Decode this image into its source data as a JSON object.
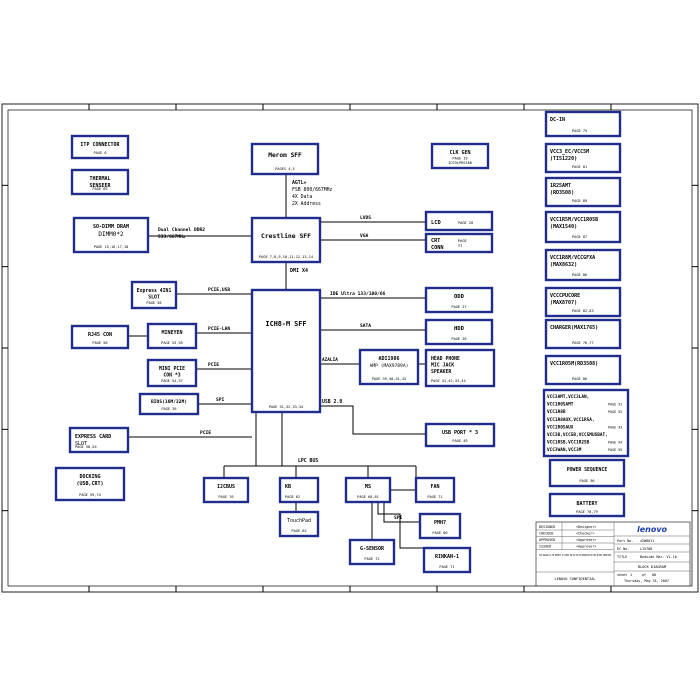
{
  "colors": {
    "box_border": "#1f2e8c",
    "wire": "#000000",
    "logo": "#1c3ea8"
  },
  "blocks": {
    "itp": {
      "title": "ITP CONNECTOR",
      "page": "PAGE 6"
    },
    "thermal": {
      "title": [
        "THERMAL",
        "SENSEER"
      ],
      "page": "PAGE 69"
    },
    "merom": {
      "title": "Merom SFF",
      "page": "PAGES 4,5"
    },
    "clk": {
      "title": "CLK GEN",
      "page": [
        "PAGE 19",
        "ICS9LPRS366"
      ]
    },
    "sodimm": {
      "title": "SO-DIMM DRAM",
      "sub": "DIMM0*2",
      "page": "PAGE 15,16,17,18"
    },
    "crestline": {
      "title": "Crestline SFF",
      "page": "PAGE 7,8,9,10,11,12,13,14"
    },
    "lcd": {
      "title": "LCD",
      "page": "PAGE 20"
    },
    "crt": {
      "title": [
        "CRT",
        "CONN"
      ],
      "page": [
        "PAGE",
        "21"
      ]
    },
    "express": {
      "title": [
        "Express 4IN1",
        "SLOT"
      ],
      "page": "PAGE 58"
    },
    "ich8": {
      "title": "ICH8-M SFF",
      "page": "PAGE 31,32,33,34"
    },
    "odd": {
      "title": "ODD",
      "page": "PAGE 27"
    },
    "hdd": {
      "title": "HDD",
      "page": "PAGE 26"
    },
    "rj45": {
      "title": "RJ45 CON",
      "page": "PAGE 56"
    },
    "mineyen": {
      "title": "MINEYEN",
      "page": "PAGE 53,55"
    },
    "minipcie": {
      "title": [
        "MINI PCIE",
        "CON *3"
      ],
      "page": "PAGE 54,57"
    },
    "adi": {
      "title": "ADI1986",
      "sub": "AMP (MAX9789A)",
      "page": "PAGE 39,40,41,42"
    },
    "headphone": {
      "title": [
        "HEAD PHONE",
        "MIC JACK",
        "SPEAKER"
      ],
      "page": "PAGE 41,42,43,44"
    },
    "bios": {
      "title": "BIOS(16M/32M)",
      "page": "PAGE 36"
    },
    "expresscard": {
      "title": "EXPRESS CARD",
      "sub": "SLOT",
      "page": "PAGE 58,54"
    },
    "usbport": {
      "title": "USB PORT * 3",
      "page": "PAGE 49"
    },
    "docking": {
      "title": [
        "DOCKING",
        "(USB,CRT)"
      ],
      "page": "PAGE 59,74"
    },
    "i2cbus": {
      "title": "I2CBUS",
      "page": "PAGE 76"
    },
    "kb": {
      "title": "KB",
      "page": "PAGE 62"
    },
    "ms": {
      "title": "MS",
      "page": "PAGE 60,61"
    },
    "fan": {
      "title": "FAN",
      "page": "PAGE 71"
    },
    "touchpad": {
      "title": "TouchPad",
      "page": "PAGE 62"
    },
    "pmh7": {
      "title": "PMH7",
      "page": "PAGE 60"
    },
    "gsensor": {
      "title": "G-SENSOR",
      "page": "PAGE 72"
    },
    "rinkan": {
      "title": "RINKAN-1",
      "page": "PAGE 71"
    }
  },
  "right_column": [
    {
      "lines": [
        "DC-IN"
      ],
      "page": "PAGE 75"
    },
    {
      "lines": [
        "VCC3_EC/VCC5M",
        "(TI51220)"
      ],
      "page": "PAGE 81"
    },
    {
      "lines": [
        "1R25AMT",
        "(RD3508)"
      ],
      "page": "PAGE 89"
    },
    {
      "lines": [
        "VCC1R5M/VCC1R05B",
        "(MAX1540)"
      ],
      "page": "PAGE 87"
    },
    {
      "lines": [
        "VCC1R8M/VCCGFXA",
        "(MAX8632)"
      ],
      "page": "PAGE 86"
    },
    {
      "lines": [
        "VCCCPUCORE",
        "(MAX8707)"
      ],
      "page": "PAGE 82,83"
    },
    {
      "lines": [
        "CHARGER(MAX1765)"
      ],
      "page": "PAGE 76,77"
    },
    {
      "lines": [
        "VCC1R05M(RD3508)"
      ],
      "page": "PAGE 86"
    }
  ],
  "vcc_list": [
    {
      "text": "VCC3AMT,VCC3LAN,",
      "page": ""
    },
    {
      "text": "VCC1R05AMT",
      "page": "PAGE 91"
    },
    {
      "text": "VCC1R8B",
      "page": "PAGE 92"
    },
    {
      "text": "VCC1R8AUX,VCC1R5A,",
      "page": ""
    },
    {
      "text": "VCC1R05AUX",
      "page": "PAGE 93"
    },
    {
      "text": "VCC3B,VCC5B,VCC5MUSBAT,",
      "page": ""
    },
    {
      "text": "VCC1R5B,VCC1R25B",
      "page": "PAGE 94"
    },
    {
      "text": "VCC3WAN,VCC3M",
      "page": "PAGE 95"
    }
  ],
  "power_seq": {
    "title": "POWER SEQUENCE",
    "page": "PAGE 96"
  },
  "battery": {
    "title": "BATTERY",
    "page": "PAGE 78,79"
  },
  "buses": {
    "fsb": [
      "AGTL+",
      "FSB 800/667MHz",
      "4X Data",
      "2X Address"
    ],
    "ddr2": [
      "Dual Channel DDR2",
      "533/667MHz"
    ],
    "lvds": "LVDS",
    "vga": "VGA",
    "dmi": "DMI X4",
    "pcie_usb": "PCIE,USB",
    "ide": "IDE Ultra 133/100/66",
    "sata": "SATA",
    "pcie_lan": "PCIE-LAN",
    "pcie": "PCIE",
    "azalia": "AZALIA",
    "spi": "SPI",
    "usb20": "USB 2.0",
    "pcie2": "PCIE",
    "lpc": "LPC BUS",
    "spi2": "SPI"
  },
  "title_block": {
    "rows": [
      {
        "label": "DESIGNED",
        "value": "<Designer>"
      },
      {
        "label": "CHECKED",
        "value": "<Checker>"
      },
      {
        "label": "APPROVED",
        "value": "<Approver>"
      },
      {
        "label": "ISSUED",
        "value": "<Approver>"
      }
    ],
    "logo": "lenovo",
    "part_no_label": "Part No.",
    "part_no": "42W8011",
    "ec_no_label": "EC No.",
    "ec_no": "L15788",
    "title_label": "TITLE",
    "title_value": "Bedside Mar. V1.10",
    "sheet_title": "BLOCK DIAGRAM",
    "sheet_label": "sheet",
    "sheet": "1",
    "of_label": "of",
    "of": "80",
    "date": "Thursday, May 31, 2007",
    "notice": "THIS DRAWING IS THE PROPERTY OF LENOVO AND MAY NOT BE REPRODUCED OR USED WITHOUT PERMISSION",
    "confidential": "LENOVO CONFIDENTIAL"
  }
}
